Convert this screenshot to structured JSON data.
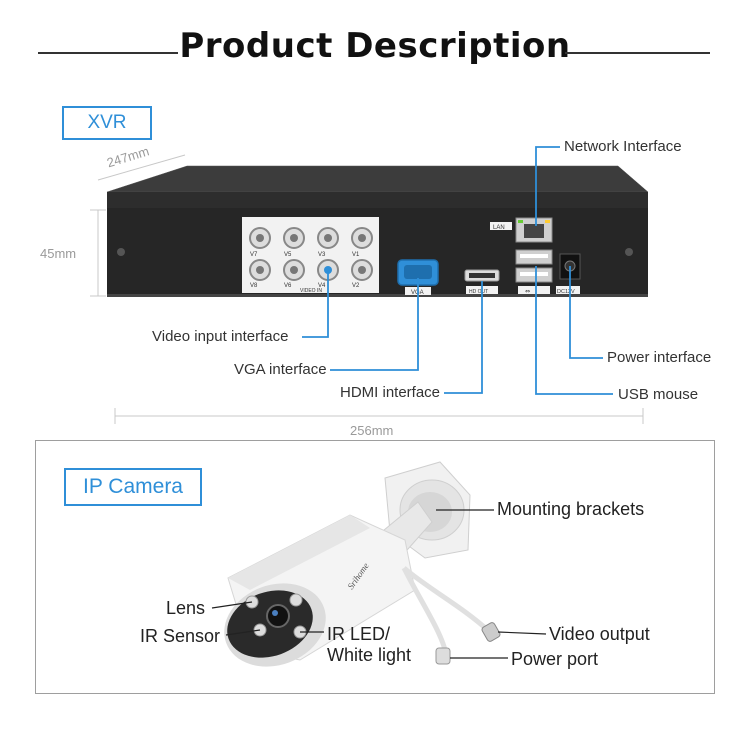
{
  "title": "Product Description",
  "xvr": {
    "tag": "XVR",
    "depth": "247mm",
    "height": "45mm",
    "width": "256mm",
    "port_labels": {
      "video_in": "VIDEO IN",
      "vga": "VGA",
      "hd_out": "HD OUT",
      "lan": "LAN",
      "dc": "DC12V",
      "channels_top": [
        "V7",
        "V5",
        "V3",
        "V1"
      ],
      "channels_bottom": [
        "V8",
        "V6",
        "V4",
        "V2"
      ]
    },
    "callouts": {
      "network": "Network Interface",
      "video_input": "Video input interface",
      "vga": "VGA interface",
      "hdmi": "HDMI interface",
      "power": "Power interface",
      "usb": "USB mouse"
    }
  },
  "camera": {
    "tag": "IP Camera",
    "brand": "Srihome",
    "callouts": {
      "mounting": "Mounting brackets",
      "lens": "Lens",
      "ir_sensor": "IR Sensor",
      "ir_led_1": "IR LED/",
      "ir_led_2": "White light",
      "video_output": "Video output",
      "power_port": "Power port"
    }
  },
  "colors": {
    "accent": "#2f8fd8",
    "device_body": "#2a2a2a"
  }
}
